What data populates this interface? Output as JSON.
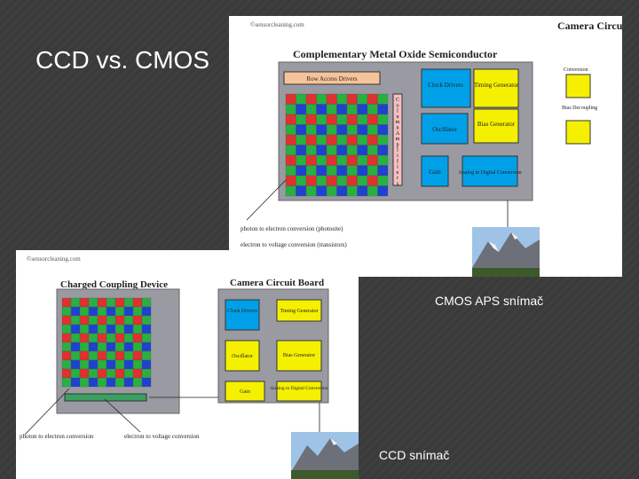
{
  "slide": {
    "title": "CCD vs. CMOS",
    "cmos_caption": "CMOS APS snímač",
    "ccd_caption": "CCD snímač"
  },
  "cmos_diagram": {
    "watermark": "©sensorcleaning.com",
    "title": "Complementary Metal Oxide Semiconductor",
    "row_access": "Row Access Drivers",
    "column_amplifiers": "Column Amplifiers",
    "clock_drivers": "Clock Drivers",
    "timing_generator": "Timing Generator",
    "bias_generator": "Bias Generator",
    "oscillator": "Oscillator",
    "gain": "Gain",
    "adc": "Analog to Digital Conversion",
    "note1": "photon to electron conversion (photosite)",
    "note2": "electron to voltage conversion (transistors)",
    "board_title": "Camera Circuit Board",
    "board_conversion": "Conversion",
    "board_bias": "Bias Decoupling",
    "colors": {
      "frame": "#9a9aa2",
      "cyan": "#00a0e8",
      "yellow": "#f5f000",
      "peach": "#f6c49a",
      "pink": "#f6c0c0"
    }
  },
  "ccd_diagram": {
    "watermark": "©sensorcleaning.com",
    "title": "Charged Coupling Device",
    "board_title": "Camera Circuit Board",
    "clock_drivers": "Clock Drivers",
    "timing_generator": "Timing Generator",
    "oscillator": "Oscillator",
    "bias_generator": "Bias Generator",
    "gain": "Gain",
    "adc": "Analog to Digital Conversion",
    "note1": "photon to electron conversion",
    "note2": "electron to voltage conversion"
  }
}
